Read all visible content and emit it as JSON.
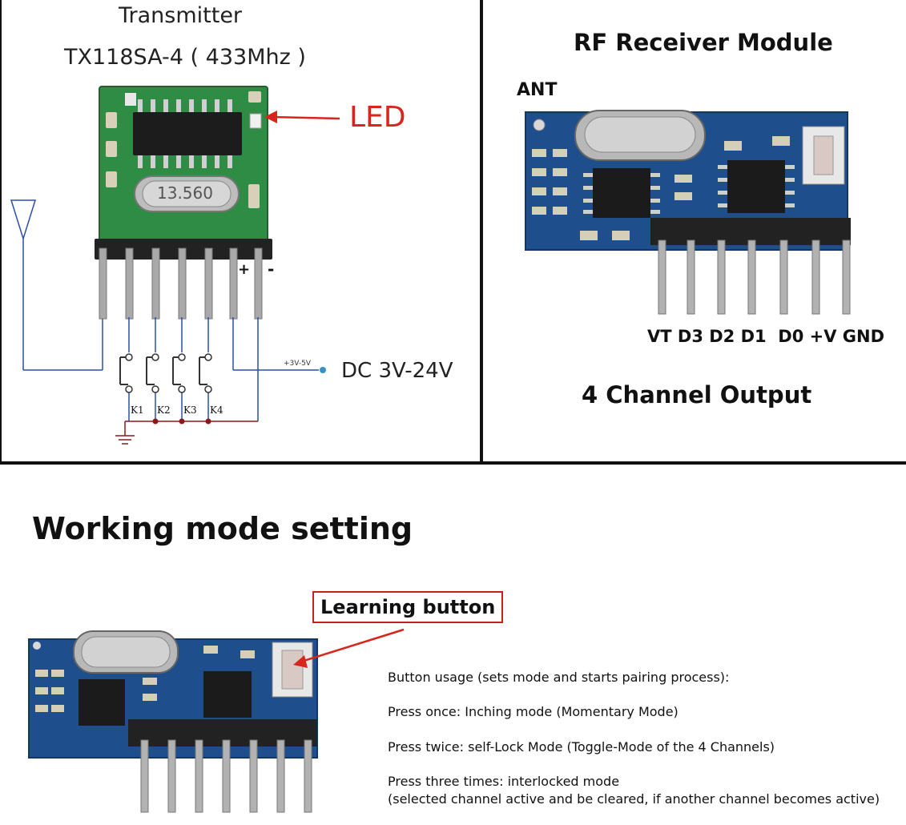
{
  "transmitter": {
    "title": "Transmitter",
    "model": "TX118SA-4 ( 433Mhz )",
    "crystal": "13.560",
    "led_label": "LED",
    "plus": "+",
    "minus": "-",
    "supply_small": "+3V-5V",
    "supply": "DC 3V-24V",
    "keys": [
      "K1",
      "K2",
      "K3",
      "K4"
    ]
  },
  "receiver": {
    "title": "RF Receiver Module",
    "ant": "ANT",
    "pins": "VT D3 D2 D1  D0 +V GND",
    "output": "4 Channel Output"
  },
  "working": {
    "title": "Working mode setting",
    "learning_button": "Learning button",
    "usage": [
      "Button usage (sets mode and starts pairing process):",
      "Press once: Inching mode (Momentary Mode)",
      "Press twice: self-Lock Mode (Toggle-Mode of the 4 Channels)",
      "Press three times: interlocked mode",
      "(selected channel active and be cleared, if another channel becomes active)"
    ]
  },
  "colors": {
    "transmitter_pcb": "#2f8c45",
    "receiver_pcb": "#1e4f8c",
    "annotation_red": "#d9261c",
    "frame": "#111111"
  }
}
